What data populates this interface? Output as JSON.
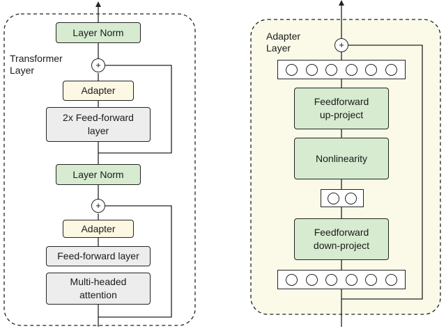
{
  "transformer": {
    "title": "Transformer\nLayer",
    "layer_norm_top": "Layer Norm",
    "adapter_top": "Adapter",
    "ffn_2x": "2x Feed-forward\nlayer",
    "layer_norm_bottom": "Layer Norm",
    "adapter_bottom": "Adapter",
    "ffn": "Feed-forward layer",
    "attention": "Multi-headed\nattention",
    "plus_symbol": "+"
  },
  "adapter_layer": {
    "title": "Adapter\nLayer",
    "up_project": "Feedforward\nup-project",
    "nonlinearity": "Nonlinearity",
    "down_project": "Feedforward\ndown-project",
    "plus_symbol": "+",
    "wide_units": 6,
    "bottleneck_units": 2
  },
  "colors": {
    "green": "#d6ebd0",
    "cream": "#fdf8e3",
    "gray": "#ededed",
    "adapter_panel": "#fbfae8",
    "line": "#222222"
  }
}
